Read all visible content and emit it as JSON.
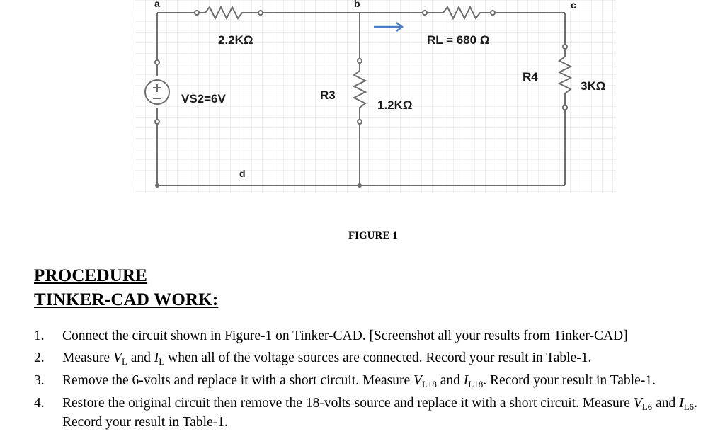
{
  "figure": {
    "nodes": {
      "a": "a",
      "b": "b",
      "c": "c",
      "d": "d"
    },
    "r1_label": "2.2KΩ",
    "rl_label": "RL = 680 Ω",
    "source_label": "VS2=6V",
    "r3_name": "R3",
    "r3_value": "1.2KΩ",
    "r4_name": "R4",
    "r4_value": "3KΩ",
    "caption": "FIGURE 1",
    "colors": {
      "wire": "#6e6e6e",
      "grid": "#e0e0e0",
      "arrow": "#4a7fc8"
    },
    "icons": [
      "voltage-source-icon",
      "resistor-icon",
      "current-arrow-icon"
    ]
  },
  "procedure": {
    "heading": "PROCEDURE",
    "subheading": "TINKER-CAD WORK:",
    "steps": [
      {
        "num": "1.",
        "text": "Connect the circuit shown in Figure-1 on Tinker-CAD. [Screenshot all your results from Tinker-CAD]"
      },
      {
        "num": "2.",
        "a": "Measure ",
        "v": "V",
        "v_sub": "L",
        "b": " and ",
        "i": "I",
        "i_sub": "L",
        "c": " when all of the voltage sources are connected. Record your result in Table-1."
      },
      {
        "num": "3.",
        "a": "Remove the 6-volts and replace it with a short circuit. Measure ",
        "v": "V",
        "v_sub": "L18",
        "b": " and ",
        "i": "I",
        "i_sub": "L18",
        "c": ". Record your result in Table-1."
      },
      {
        "num": "4.",
        "a": "Restore the original circuit then remove the 18-volts source and replace it with a short circuit. Measure ",
        "v": "V",
        "v_sub": "L6",
        "b": " and ",
        "i": "I",
        "i_sub": "L6",
        "c": ". Record your result in Table-1."
      }
    ]
  }
}
